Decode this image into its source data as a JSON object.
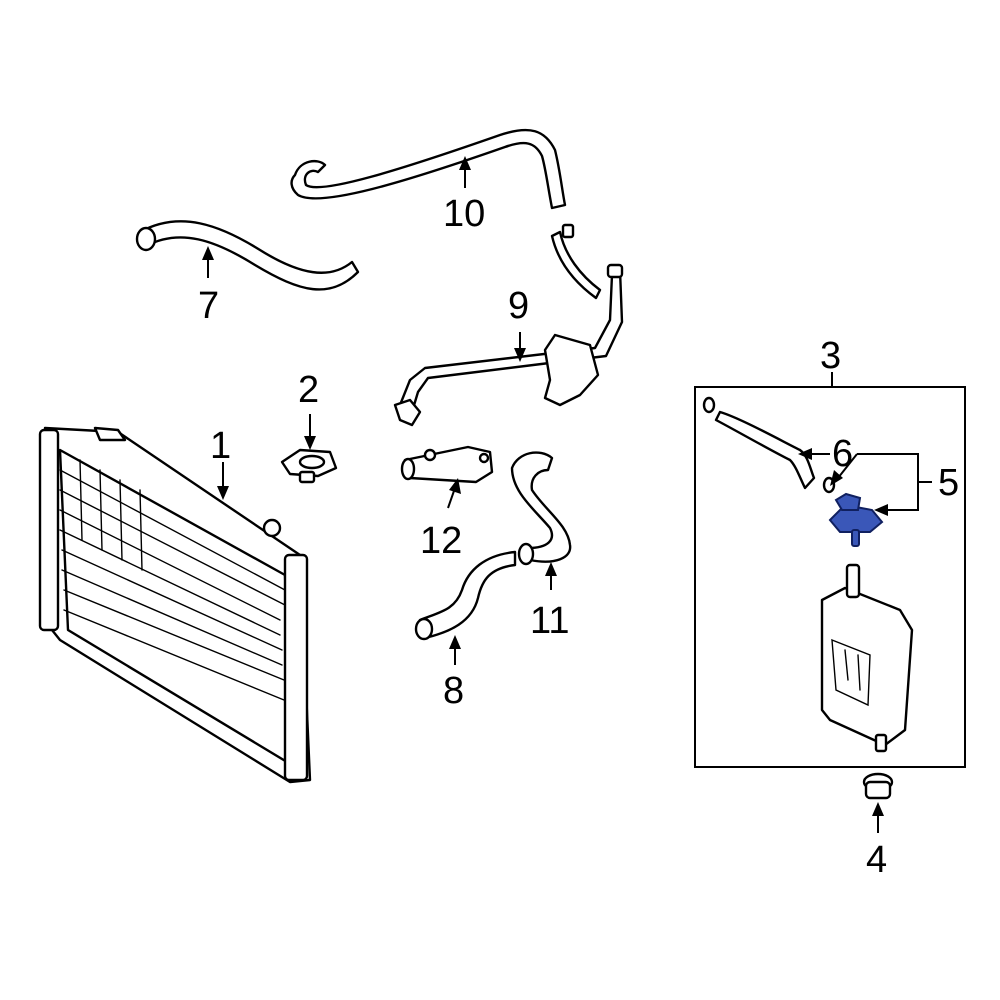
{
  "diagram": {
    "highlight_color": "#3a57b8",
    "callouts": [
      "1",
      "2",
      "3",
      "4",
      "5",
      "6",
      "7",
      "8",
      "9",
      "10",
      "11",
      "12"
    ]
  }
}
